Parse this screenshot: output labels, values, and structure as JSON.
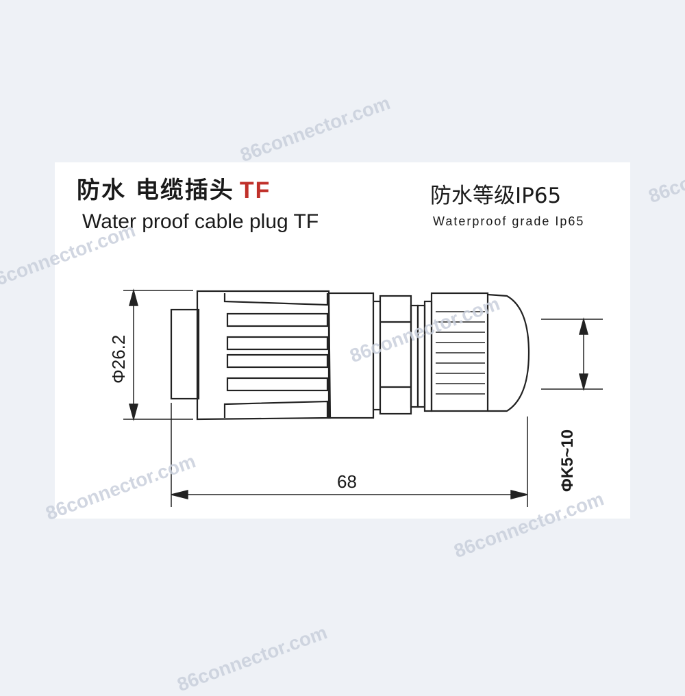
{
  "title": {
    "cn_main": "防水 电缆插头",
    "cn_suffix": "TF",
    "en": "Water proof cable plug TF"
  },
  "grade": {
    "cn": "防水等级IP65",
    "en": "Waterproof grade Ip65"
  },
  "dimensions": {
    "diameter": "Φ26.2",
    "length": "68",
    "cable_range": "ΦK5~10"
  },
  "watermark": "86connector.com",
  "colors": {
    "accent": "#c0302a",
    "line": "#222222",
    "watermark": "#c9d0dc"
  }
}
